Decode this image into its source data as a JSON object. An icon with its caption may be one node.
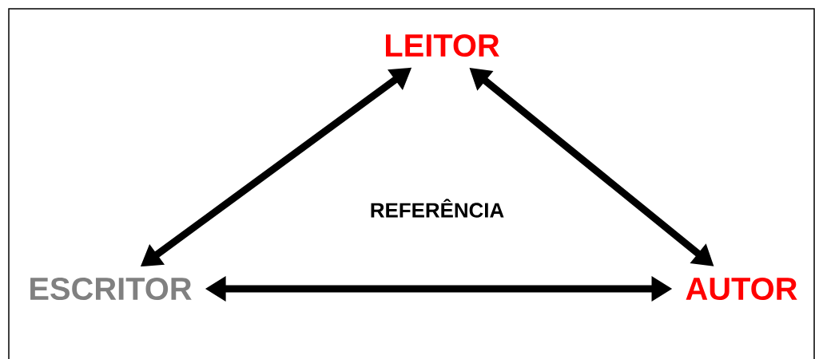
{
  "diagram": {
    "nodes": [
      {
        "text": [
          "LEITOR"
        ]
      },
      {
        "text": [
          "ESCRITOR"
        ]
      },
      {
        "text": [
          "AUTOR"
        ]
      }
    ],
    "edges": [
      {
        "from": 0,
        "to": 1,
        "arrow": "both"
      },
      {
        "from": 0,
        "to": 2,
        "arrow": "both"
      },
      {
        "from": 1,
        "to": 2,
        "arrow": "both"
      }
    ],
    "labels": [
      "REFERÊNCIA"
    ]
  }
}
